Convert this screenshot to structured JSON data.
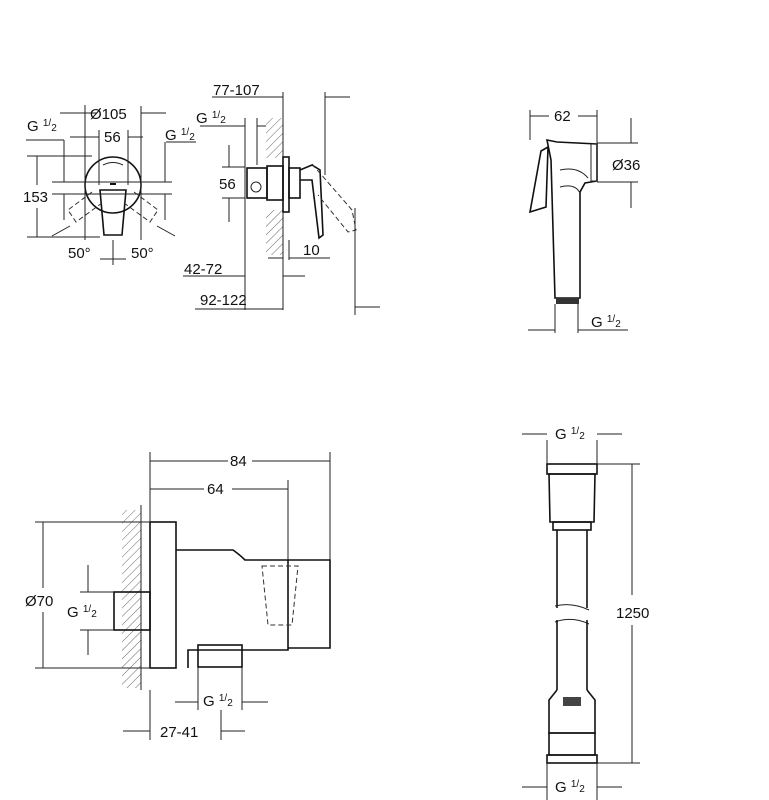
{
  "thread": {
    "letter": "G",
    "num": "1",
    "sep": "/",
    "den": "2"
  },
  "mixer_front": {
    "diameter": "Ø105",
    "width": "56",
    "height": "153",
    "angle_left": "50°",
    "angle_right": "50°"
  },
  "mixer_side": {
    "depth_range": "77-107",
    "connector_height": "56",
    "lever_offset": "10",
    "wall_range_a": "42-72",
    "wall_range_b": "92-122"
  },
  "hand_shower": {
    "length": "62",
    "head_diameter": "Ø36"
  },
  "wall_elbow": {
    "overall_depth": "84",
    "outlet_depth": "64",
    "rosette_diameter": "Ø70",
    "inlet_range": "27-41"
  },
  "hose": {
    "length": "1250"
  }
}
